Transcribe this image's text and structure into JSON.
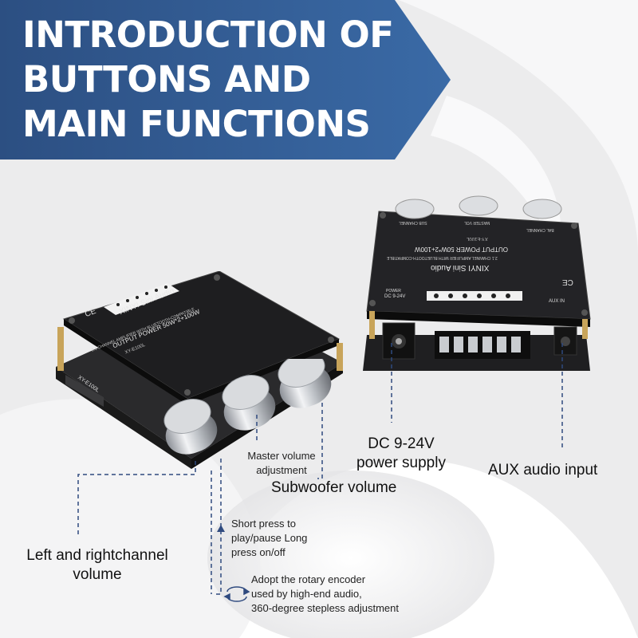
{
  "banner": {
    "title_lines": [
      "INTRODUCTION OF",
      "BUTTONS AND",
      "MAIN FUNCTIONS"
    ],
    "color": "#2f5386"
  },
  "product_left": {
    "brand": "XINYI Sini Audio",
    "subtitle": "2.1 CHANNEL AMPLIFIER WITH BLUETOOTH-COMPATIBLE",
    "power": "OUTPUT POWER 50W*2+100W",
    "model": "XY-E100L",
    "ce": "CE",
    "side_model": "XY-E100L"
  },
  "product_right": {
    "brand": "XINYI Sini Audio",
    "subtitle": "2.1 CHANNEL AMPLIFIER WITH BLUETOOTH-COMPATIBLE",
    "power": "OUTPUT POWER 50W*2+100W",
    "model": "XY-E100L",
    "ce": "CE",
    "power_label": "POWER",
    "power_range": "DC 9-24V",
    "aux_label": "AUX IN",
    "knob_labels": [
      "SUB CHANNEL",
      "MASTER VOL",
      "BAL CHANNEL"
    ]
  },
  "labels": {
    "dc_power": "DC 9-24V\npower supply",
    "aux_input": "AUX audio input",
    "master_volume": "Master volume\nadjustment",
    "subwoofer_volume": "Subwoofer volume",
    "left_right_volume": "Left and rightchannel\nvolume",
    "short_press": "Short press to\nplay/pause Long\npress on/off",
    "rotary_encoder": "Adopt the rotary encoder\nused by high-end audio,\n360-degree stepless adjustment"
  },
  "colors": {
    "banner": "#2f5386",
    "leader": "#2f4a7f",
    "board": "#1d1d1f",
    "knob": "#c9ccd1"
  }
}
